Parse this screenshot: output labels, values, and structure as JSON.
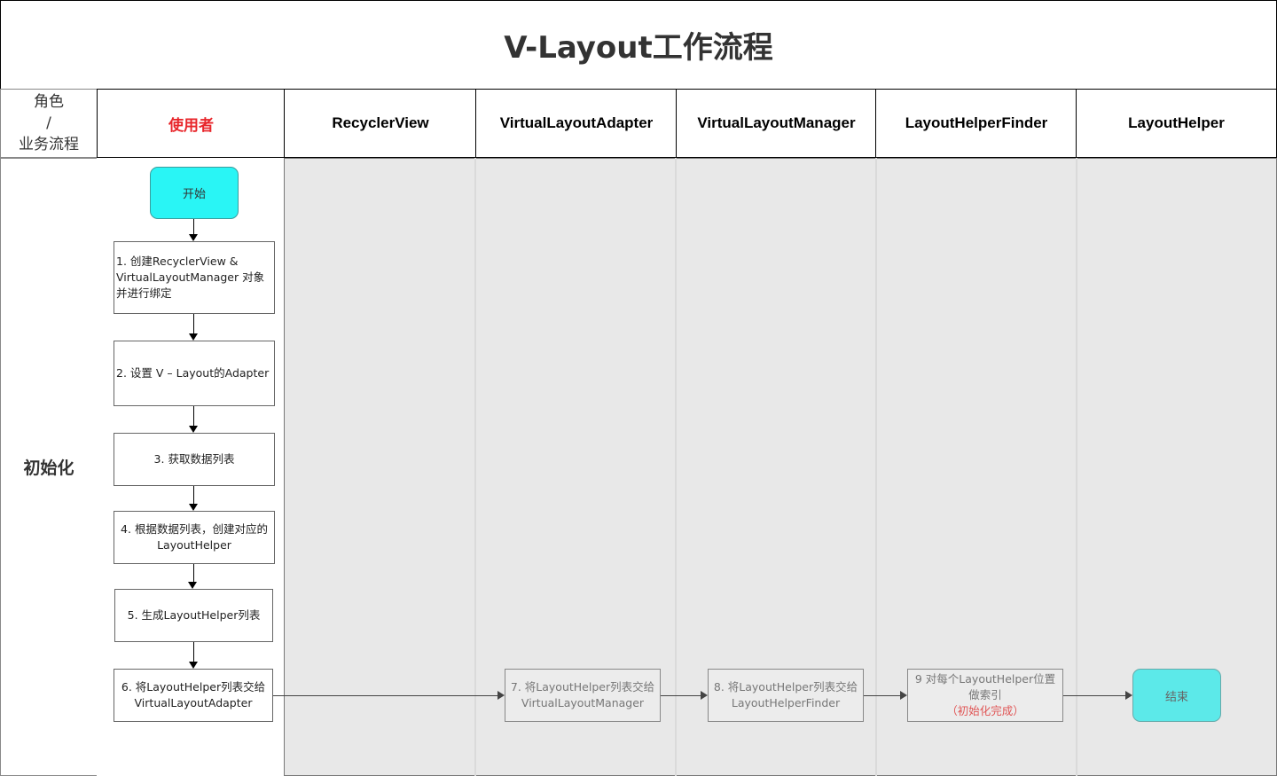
{
  "title": "V-Layout工作流程",
  "header": {
    "corner": {
      "line1": "角色",
      "line2": "/",
      "line3": "业务流程"
    },
    "roles": [
      {
        "label": "使用者",
        "color": "#e8262b"
      },
      {
        "label": "RecyclerView"
      },
      {
        "label": "VirtualLayoutAdapter"
      },
      {
        "label": "VirtualLayoutManager"
      },
      {
        "label": "LayoutHelperFinder"
      },
      {
        "label": "LayoutHelper"
      }
    ]
  },
  "phase": {
    "label": "初始化"
  },
  "flow": {
    "start": "开始",
    "steps": [
      {
        "id": 1,
        "text": "1. 创建RecyclerView & VirtualLayoutManager 对象并进行绑定",
        "lane": "使用者"
      },
      {
        "id": 2,
        "text": "2. 设置 V – Layout的Adapter",
        "lane": "使用者"
      },
      {
        "id": 3,
        "text": "3. 获取数据列表",
        "lane": "使用者"
      },
      {
        "id": 4,
        "text": "4. 根据数据列表，创建对应的LayoutHelper",
        "lane": "使用者"
      },
      {
        "id": 5,
        "text": "5. 生成LayoutHelper列表",
        "lane": "使用者"
      },
      {
        "id": 6,
        "text": "6. 将LayoutHelper列表交给VirtualLayoutAdapter",
        "lane": "使用者"
      },
      {
        "id": 7,
        "text": "7. 将LayoutHelper列表交给VirtualLayoutManager",
        "lane": "VirtualLayoutAdapter"
      },
      {
        "id": 8,
        "text": "8. 将LayoutHelper列表交给LayoutHelperFinder",
        "lane": "VirtualLayoutManager"
      },
      {
        "id": 9,
        "text": "9 对每个LayoutHelper位置做索引",
        "note": "（初始化完成）",
        "lane": "LayoutHelperFinder"
      }
    ],
    "end": "结束"
  },
  "colors": {
    "start_fill": "#29f5f5",
    "end_fill": "#5ce9e9",
    "lane_grey": "#e8e8e8",
    "highlight_red": "#e8262b",
    "note_red": "#e05555"
  }
}
